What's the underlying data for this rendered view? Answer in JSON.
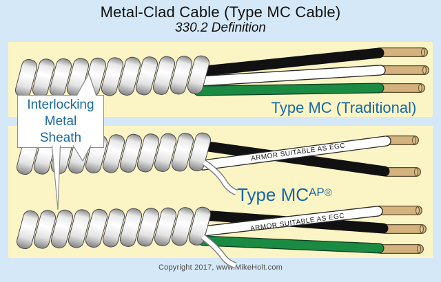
{
  "header": {
    "title": "Metal-Clad Cable (Type MC Cable)",
    "subtitle": "330.2 Definition"
  },
  "callout": {
    "lines": [
      "Interlocking",
      "Metal",
      "Sheath"
    ]
  },
  "sections": [
    {
      "name": "traditional",
      "label": "Type MC (Traditional)"
    },
    {
      "name": "mc-ap-2wire",
      "label_base": "Type MC",
      "label_sup": "AP",
      "label_reg": "®",
      "armor_label": "ARMOR SUITABLE AS EGC"
    },
    {
      "name": "mc-ap-3wire",
      "armor_label": "ARMOR SUITABLE AS EGC"
    }
  ],
  "footer": {
    "copyright": "Copyright 2017, www.MikeHolt.com"
  },
  "colors": {
    "background": "#d5e8f7",
    "panel": "#fbf4c4",
    "accent_blue": "#1968a4",
    "wire_green": "#1b8a42",
    "wire_black": "#111111",
    "wire_white": "#ffffff",
    "copper": "#d3b27d"
  }
}
